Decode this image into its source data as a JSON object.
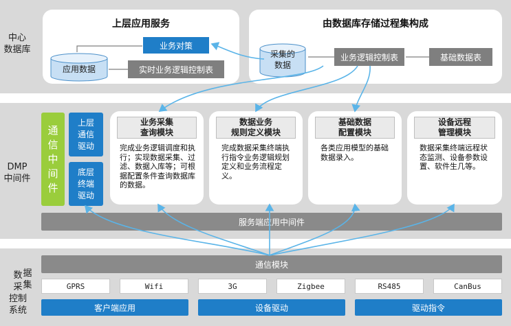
{
  "layers": {
    "center_db": {
      "label_line1": "中心",
      "label_line2": "数据库"
    },
    "dmp": {
      "label_line1": "DMP",
      "label_line2": "中间件"
    },
    "acquisition": {
      "label_chars": [
        "数",
        "据",
        "采",
        "集",
        "控",
        "制",
        "系",
        "统"
      ]
    }
  },
  "top": {
    "left_panel": {
      "title": "上层应用服务",
      "business_strategy": "业务对策",
      "app_data": "应用数据",
      "realtime_control_table": "实时业务逻辑控制表"
    },
    "right_panel": {
      "title": "由数据库存储过程集构成",
      "collected_data_line1": "采集的",
      "collected_data_line2": "数据",
      "business_logic_table": "业务逻辑控制表",
      "base_data_table": "基础数据表"
    }
  },
  "middleware": {
    "comm_middleware": [
      "通",
      "信",
      "中",
      "间",
      "件"
    ],
    "upper_driver": [
      "上层",
      "通信",
      "驱动"
    ],
    "lower_driver": [
      "底层",
      "终端",
      "驱动"
    ],
    "modules": [
      {
        "title_line1": "业务采集",
        "title_line2": "查询模块",
        "desc": "完成业务逻辑调度和执行；实现数据采集、过滤、数据入库等；可根据配置条件查询数据库的数据。"
      },
      {
        "title_line1": "数据业务",
        "title_line2": "规则定义模块",
        "desc": "完成数据采集终端执行指令业务逻辑规划定义和业务流程定义。"
      },
      {
        "title_line1": "基础数据",
        "title_line2": "配置模块",
        "desc": "各类应用模型的基础数据录入。"
      },
      {
        "title_line1": "设备远程",
        "title_line2": "管理模块",
        "desc": "数据采集终端远程状态监测、设备参数设置、软件生几等。"
      }
    ],
    "server_middleware": "服务端应用中间件"
  },
  "bottom": {
    "comm_module": "通信模块",
    "protocols": [
      "GPRS",
      "Wifi",
      "3G",
      "Zigbee",
      "RS485",
      "CanBus"
    ],
    "client_app": "客户端应用",
    "device_driver": "设备驱动",
    "driver_command": "驱动指令"
  },
  "colors": {
    "blue": "#1f7ec8",
    "green": "#9acd3c",
    "grey": "#7f7f7f",
    "band": "#d9d9d9",
    "connector": "#5ab4e8"
  }
}
